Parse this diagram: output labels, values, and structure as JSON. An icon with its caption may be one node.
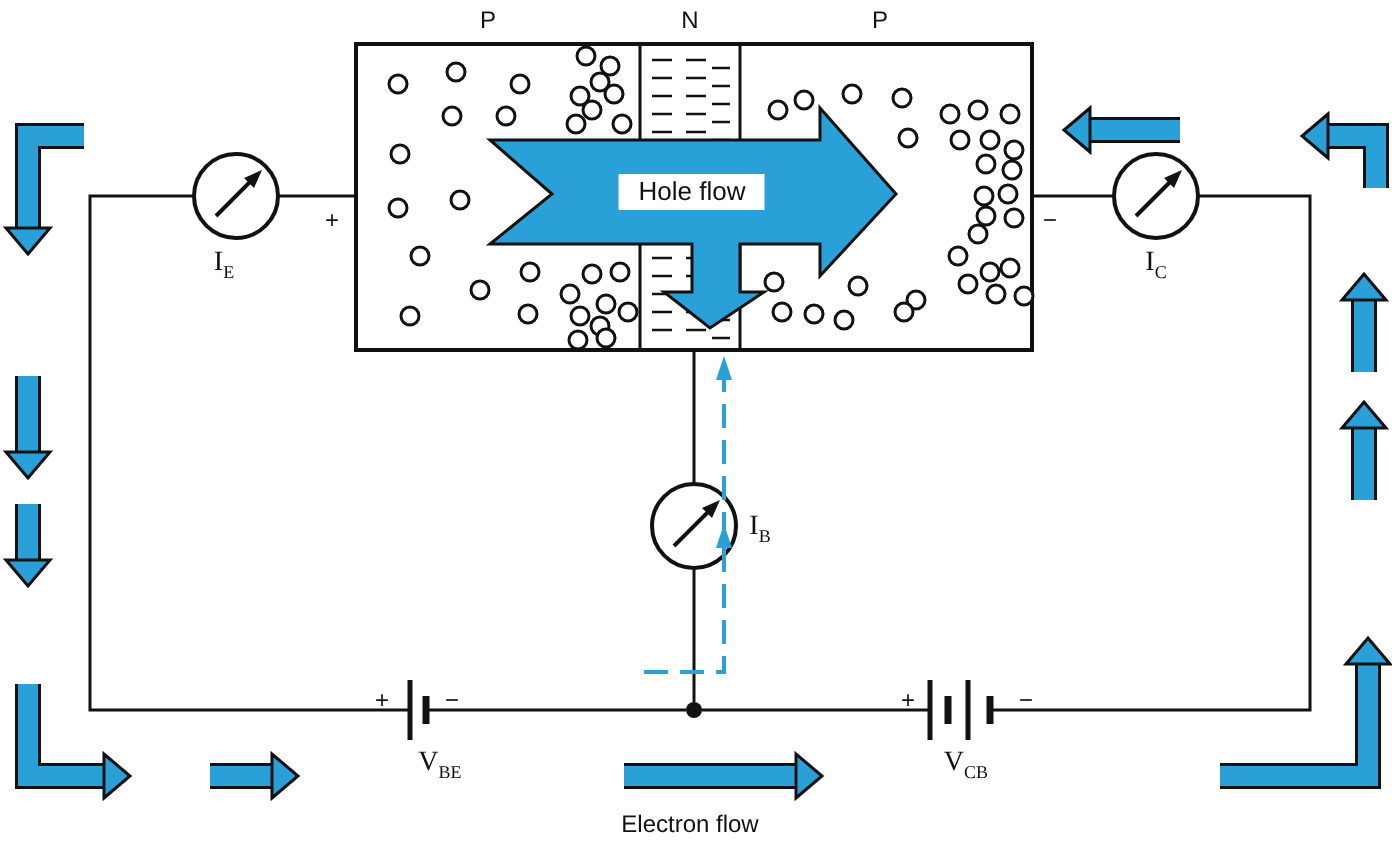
{
  "diagram": {
    "nodes": [
      {
        "text": [],
        "shape": "box"
      },
      {
        "text": [],
        "shape": "circle",
        "beside": [
          "I$_{E}$"
        ]
      },
      {
        "text": [],
        "shape": "circle",
        "beside": [
          "I$_{C}$"
        ]
      },
      {
        "text": [],
        "shape": "circle",
        "beside": [
          "I$_{B}$"
        ]
      },
      {
        "text": [],
        "shape": "battery",
        "beside": [
          "V$_{BE}$"
        ]
      },
      {
        "text": [],
        "shape": "circle"
      },
      {
        "text": [],
        "shape": "battery",
        "beside": [
          "V$_{CB}$"
        ]
      }
    ],
    "edges": [
      {
        "from": 0,
        "to": 1,
        "arrow": "none"
      },
      {
        "from": 1,
        "to": 4,
        "arrow": "none"
      },
      {
        "from": 4,
        "to": 5,
        "arrow": "none"
      },
      {
        "from": 5,
        "to": 6,
        "arrow": "none"
      },
      {
        "from": 6,
        "to": 2,
        "arrow": "none"
      },
      {
        "from": 2,
        "to": 0,
        "arrow": "none"
      },
      {
        "from": 0,
        "to": 3,
        "arrow": "none"
      },
      {
        "from": 3,
        "to": 5,
        "arrow": "none"
      }
    ],
    "labels": [
      "P",
      "N",
      "P",
      "+",
      "Hole flow",
      "−",
      "+",
      "−",
      "+",
      "−",
      "Electron flow"
    ]
  }
}
